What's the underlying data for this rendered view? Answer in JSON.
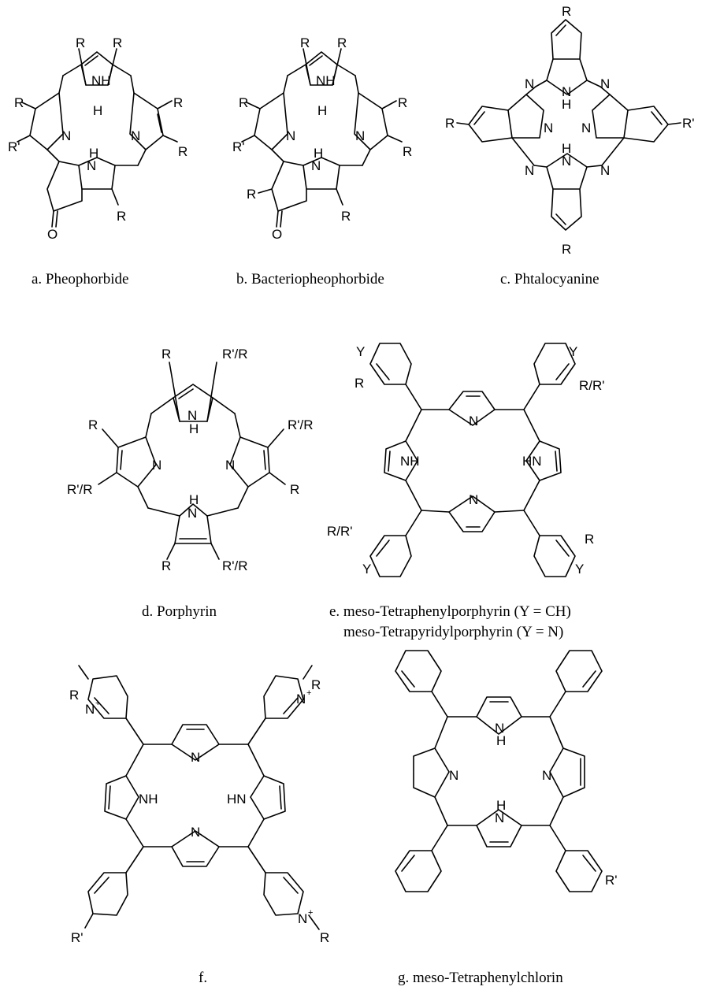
{
  "structures": {
    "a": {
      "caption": "a. Pheophorbide",
      "atoms": {
        "r1": "R",
        "r2": "R",
        "r3": "R",
        "r4": "R",
        "r5": "R",
        "r6": "R'",
        "r7": "R",
        "n1": "N",
        "n2": "N",
        "nh1": "NH",
        "nh2": "N",
        "nh2h": "H",
        "h1": "H",
        "o": "O"
      }
    },
    "b": {
      "caption": "b. Bacteriopheophorbide",
      "atoms": {
        "r1": "R",
        "r2": "R",
        "r3": "R",
        "r4": "R",
        "r5": "R",
        "r6": "R'",
        "r7": "R",
        "r8": "R",
        "n1": "N",
        "n2": "N",
        "nh1": "NH",
        "nh2": "N",
        "nh2h": "H",
        "h1": "H",
        "o": "O"
      }
    },
    "c": {
      "caption": "c. Phtalocyanine",
      "atoms": {
        "rt": "R",
        "rl": "R",
        "rr": "R'",
        "rb": "R",
        "n": "N",
        "nh": "N",
        "h": "H"
      }
    },
    "d": {
      "caption": "d. Porphyrin",
      "atoms": {
        "r": "R",
        "rr": "R'/R",
        "n": "N",
        "nh": "N",
        "h": "H"
      }
    },
    "e": {
      "caption1": "e. meso-Tetraphenylporphyrin (Y = CH)",
      "caption2": "meso-Tetrapyridylporphyrin (Y = N)",
      "atoms": {
        "y": "Y",
        "r": "R",
        "rr": "R/R'",
        "rr2": "R/R'",
        "n": "N",
        "nh": "NH",
        "hn": "HN"
      }
    },
    "f": {
      "caption": "f.",
      "atoms": {
        "r": "R",
        "rp": "R'",
        "np": "N",
        "plus": "+",
        "n": "N",
        "nh": "NH",
        "hn": "HN"
      }
    },
    "g": {
      "caption": "g. meso-Tetraphenylchlorin",
      "atoms": {
        "rp": "R'",
        "n": "N",
        "h": "H"
      }
    }
  }
}
